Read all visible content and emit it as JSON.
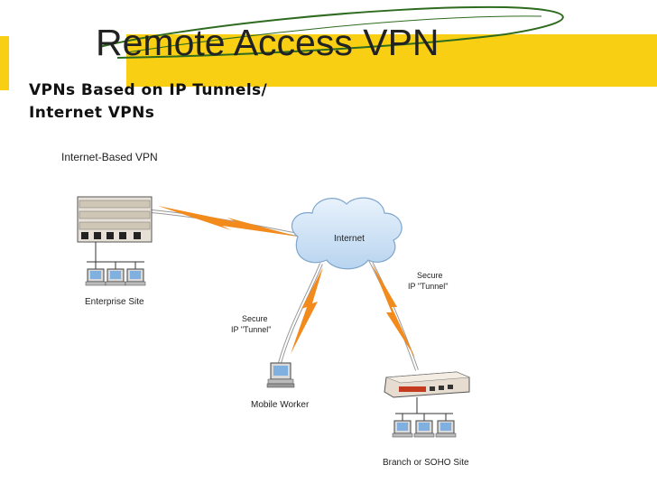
{
  "slide": {
    "title": "Remote Access VPN",
    "subtitle_line1": "VPNs Based on IP Tunnels/",
    "subtitle_line2": "Internet VPNs"
  },
  "diagram": {
    "heading": "Internet-Based VPN",
    "cloud_label": "Internet",
    "enterprise_label": "Enterprise Site",
    "mobile_label": "Mobile Worker",
    "branch_label": "Branch or SOHO Site",
    "tunnel_left_line1": "Secure",
    "tunnel_left_line2": "IP \"Tunnel\"",
    "tunnel_right_line1": "Secure",
    "tunnel_right_line2": "IP \"Tunnel\""
  },
  "colors": {
    "accent_yellow": "#f8cf12",
    "swoosh_green": "#2e6b1f",
    "lightning_orange": "#f28a1c",
    "cloud_blue": "#cfe3f7"
  }
}
